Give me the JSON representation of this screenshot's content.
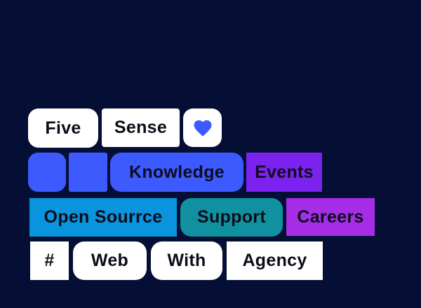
{
  "colors": {
    "background": "#050e35",
    "tile_white": "#ffffff",
    "tile_blue": "#3d5afe",
    "tile_purple": "#7c22ee",
    "tile_cyan": "#0a94dd",
    "tile_teal": "#1191a0",
    "tile_magenta": "#a62ce6",
    "text_dark": "#0d0d1a",
    "heart_blue": "#3d5afe"
  },
  "rows": [
    {
      "name": "brand-row",
      "items": [
        {
          "label": "Five"
        },
        {
          "label": "Sense"
        },
        {
          "icon": "heart-icon"
        }
      ]
    },
    {
      "name": "nav-row-1",
      "items": [
        {
          "label": ""
        },
        {
          "label": ""
        },
        {
          "label": "Knowledge"
        },
        {
          "label": "Events"
        }
      ]
    },
    {
      "name": "nav-row-2",
      "items": [
        {
          "label": "Open Sourrce"
        },
        {
          "label": "Support"
        },
        {
          "label": "Careers"
        }
      ]
    },
    {
      "name": "nav-row-3",
      "items": [
        {
          "label": "#"
        },
        {
          "label": "Web"
        },
        {
          "label": "With"
        },
        {
          "label": "Agency"
        }
      ]
    }
  ]
}
